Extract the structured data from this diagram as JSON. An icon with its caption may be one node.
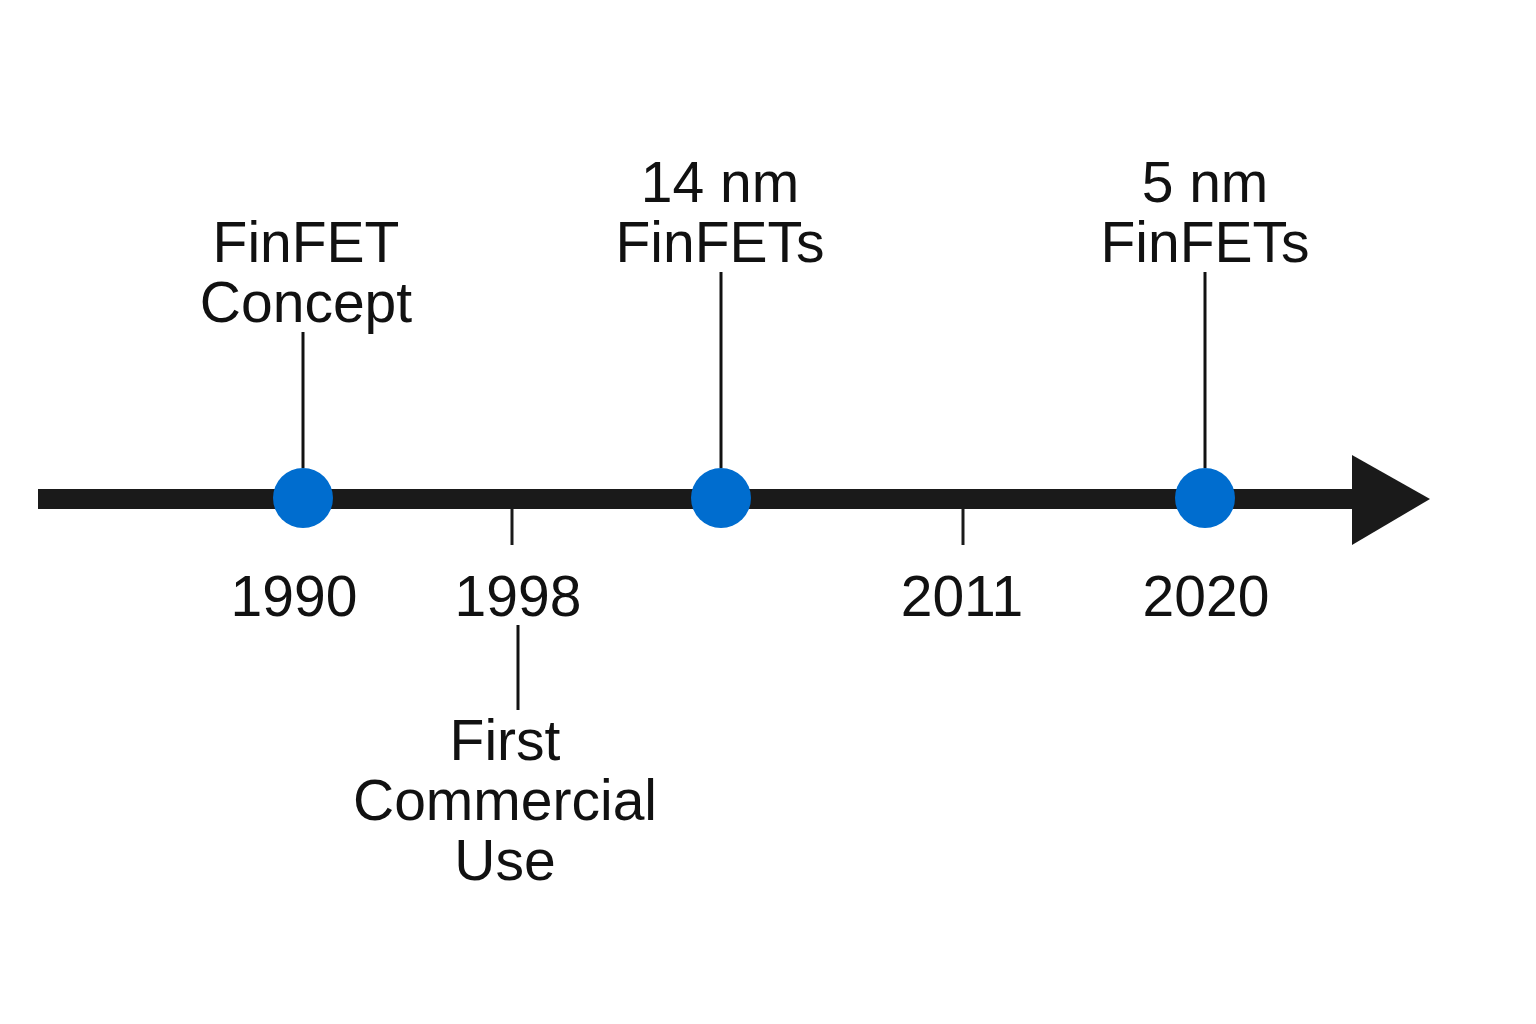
{
  "diagram": {
    "nodes": [
      {
        "text": [
          "FinFET Concept"
        ]
      },
      {
        "text": [],
        "shape": "circle"
      },
      {
        "text": [
          "1998"
        ]
      },
      {
        "text": [
          "First Commercial Use"
        ]
      },
      {
        "text": [
          "14 nm FinFETs"
        ]
      },
      {
        "text": [],
        "shape": "circle"
      },
      {
        "text": [
          "5 nm FinFETs"
        ]
      },
      {
        "text": [],
        "shape": "circle"
      }
    ],
    "edges": [
      {
        "from": 0,
        "to": 1,
        "arrow": "none"
      },
      {
        "from": 3,
        "to": 2,
        "arrow": "none"
      },
      {
        "from": 4,
        "to": 5,
        "arrow": "none"
      },
      {
        "from": 6,
        "to": 7,
        "arrow": "none"
      }
    ],
    "labels": [
      "1990",
      "2011",
      "2020"
    ]
  }
}
